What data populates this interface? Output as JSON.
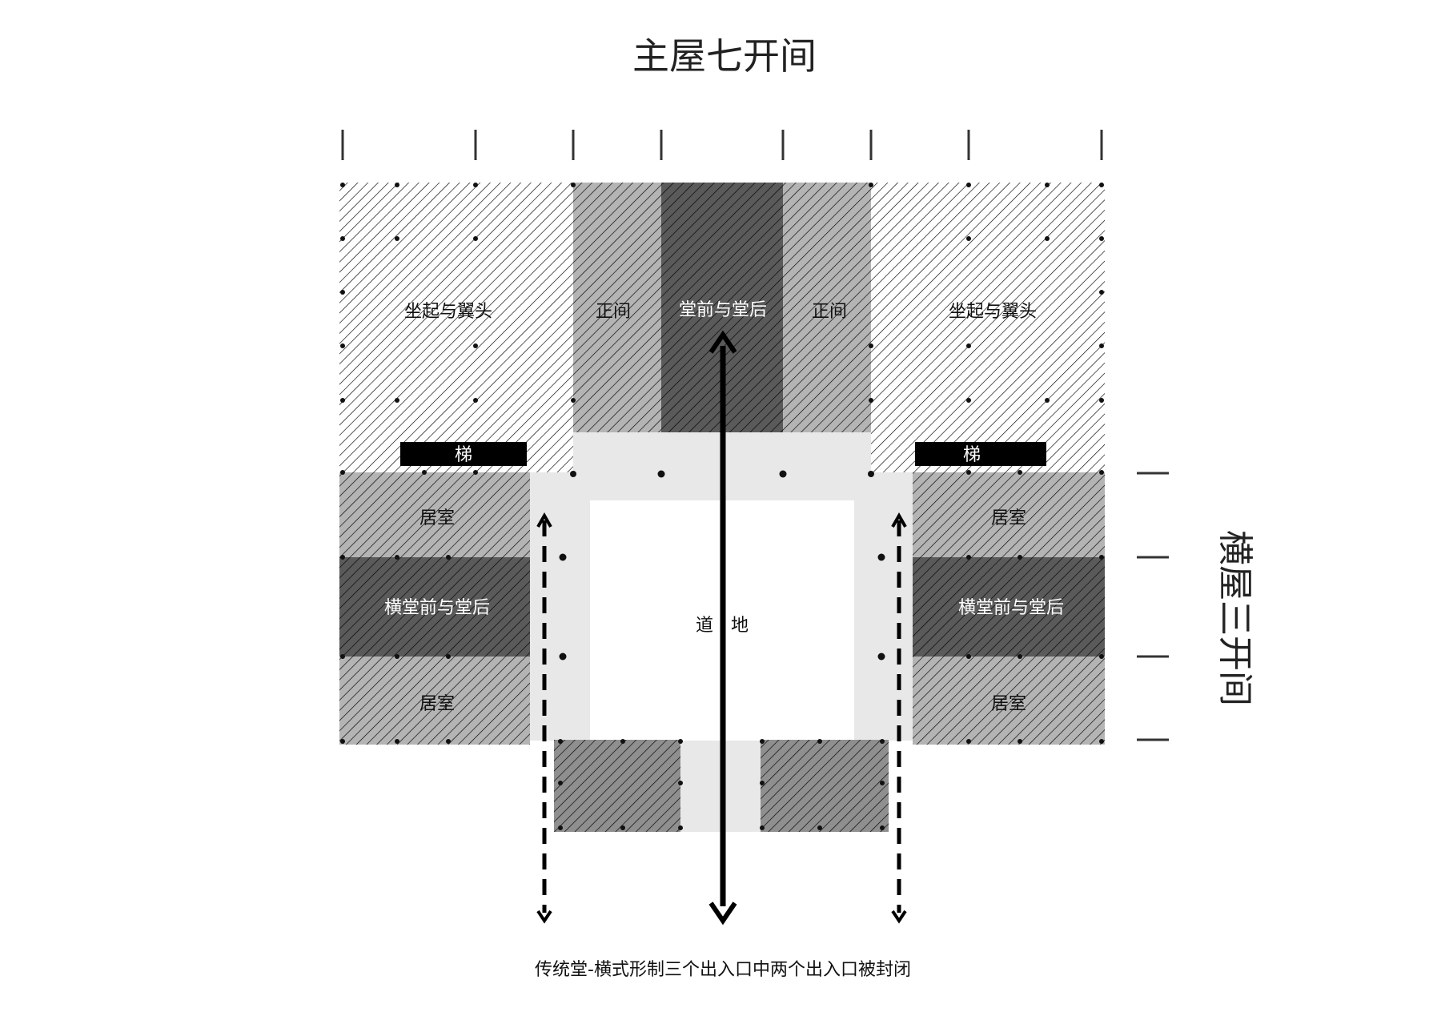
{
  "title": "主屋七开间",
  "side_title": "横屋三开间",
  "caption": "传统堂-横式形制三个出入口中两个出入口被封闭",
  "rooms": {
    "wing_left": "坐起与翼头",
    "wing_right": "坐起与翼头",
    "side_left": "正间",
    "side_right": "正间",
    "hall": "堂前与堂后",
    "stair_left": "梯",
    "stair_right": "梯",
    "bed_left_top": "居室",
    "bed_right_top": "居室",
    "hall_left": "横堂前与堂后",
    "hall_right": "横堂前与堂后",
    "bed_left_bottom": "居室",
    "bed_right_bottom": "居室",
    "courtyard_1": "道",
    "courtyard_2": "地"
  },
  "colors": {
    "dark": "#5a5a5a",
    "mid": "#b4b4b4",
    "gate": "#8f8f8f",
    "corridor": "#e8e8e8",
    "stair": "#000000"
  }
}
